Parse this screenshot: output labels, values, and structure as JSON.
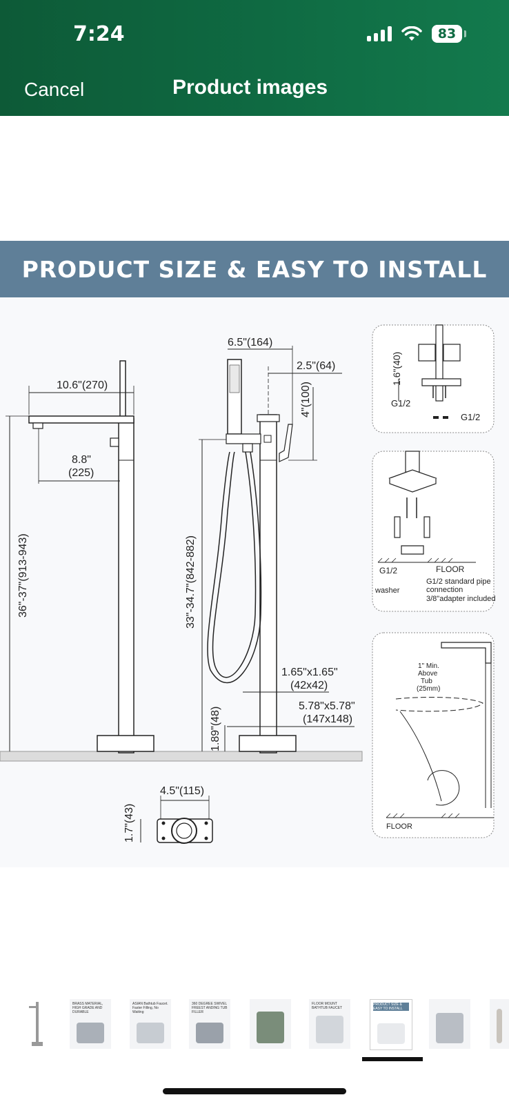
{
  "status_bar": {
    "time": "7:24",
    "battery": "83"
  },
  "nav": {
    "cancel_label": "Cancel",
    "title": "Product images"
  },
  "banner": {
    "text": "PRODUCT SIZE & EASY TO INSTALL"
  },
  "diagram": {
    "left_faucet": {
      "spout_width": "10.6\"(270)",
      "spout_reach_1": "8.8\"",
      "spout_reach_2": "(225)",
      "height": "36\"-37\"(913-943)"
    },
    "right_faucet": {
      "handshower_width": "6.5\"(164)",
      "handle_offset": "2.5\"(64)",
      "handle_height": "4\"(100)",
      "height": "33\"-34.7\"(842-882)",
      "column_size_1": "1.65\"x1.65\"",
      "column_size_2": "(42x42)",
      "base_size_1": "5.78\"x5.78\"",
      "base_size_2": "(147x148)",
      "base_height": "1.89\"(48)"
    },
    "base_plate": {
      "width": "4.5\"(115)",
      "height": "1.7\"(43)"
    },
    "detail1": {
      "height": "1.6\"(40)",
      "thread": "G1/2",
      "legend": "G1/2"
    },
    "detail2": {
      "thread": "G1/2",
      "floor": "FLOOR",
      "washer": "washer",
      "note1": "G1/2 standard pipe",
      "note2": "connection",
      "note3": "3/8\"adapter included"
    },
    "detail3": {
      "line1": "1\" Min.",
      "line2": "Above",
      "line3": "Tub",
      "line4": "(25mm)",
      "floor": "FLOOR"
    }
  },
  "thumbnails": [
    {
      "caption": ""
    },
    {
      "caption": "BRASS MATERIAL, HIGH GRADE AND DURABLE"
    },
    {
      "caption": "ASIAN Bathtub Faucet. Faster Filling, No Waiting"
    },
    {
      "caption": "360 DEGREE SWIVEL FREEST ANDING TUB FILLER"
    },
    {
      "caption": ""
    },
    {
      "caption": "FLOOR MOUNT BATHTUB FAUCET"
    },
    {
      "caption": "PRODUCT SIZE & EASY TO INSTALL"
    },
    {
      "caption": ""
    },
    {
      "caption": ""
    }
  ]
}
